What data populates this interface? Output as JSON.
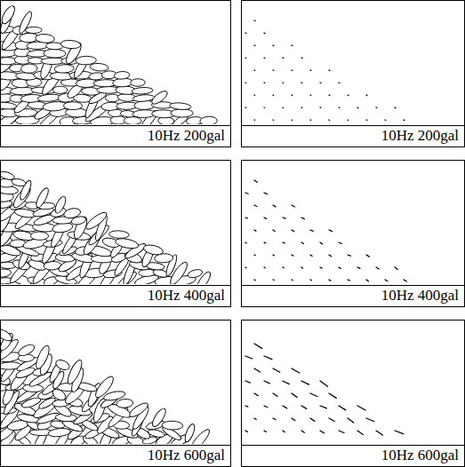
{
  "diagram": {
    "nodes": [
      {
        "text": [
          "10Hz 200gal"
        ]
      },
      {
        "text": [
          "10Hz 200gal"
        ]
      },
      {
        "text": [
          "10Hz 400gal"
        ]
      },
      {
        "text": [
          "10Hz 400gal"
        ]
      },
      {
        "text": [
          "10Hz 600gal"
        ]
      },
      {
        "text": [
          "10Hz 600gal"
        ]
      }
    ]
  }
}
